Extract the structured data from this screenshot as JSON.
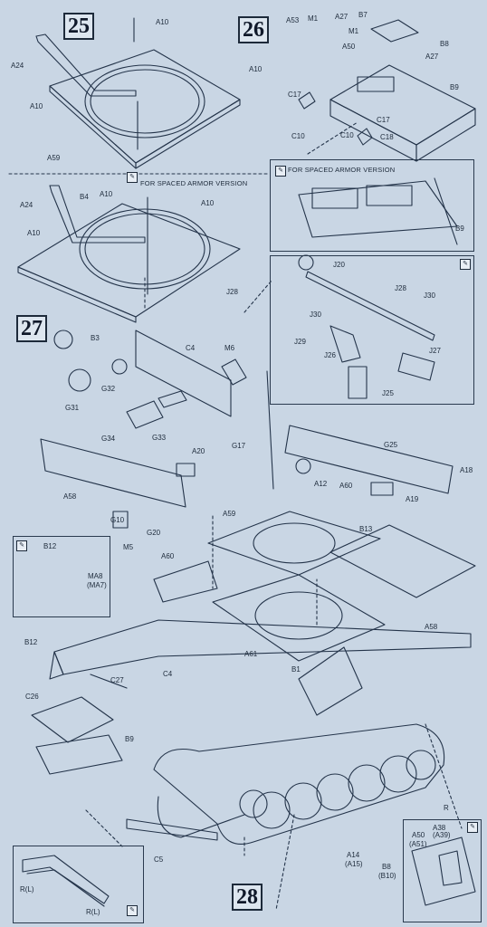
{
  "steps": [
    "25",
    "26",
    "27",
    "28"
  ],
  "notes": {
    "spaced_armor_1": "FOR SPACED ARMOR VERSION",
    "spaced_armor_2": "FOR SPACED ARMOR VERSION"
  },
  "labels": {
    "s25": [
      "A10",
      "A10",
      "A24",
      "A10",
      "A59"
    ],
    "s25b": [
      "A10",
      "A10",
      "A24",
      "B4",
      "A10"
    ],
    "s26": [
      "A53",
      "M1",
      "A27",
      "B7",
      "B8",
      "M1",
      "A50",
      "A27",
      "B9",
      "C17",
      "C17",
      "C10",
      "C10",
      "C18"
    ],
    "s26b": [
      "B9"
    ],
    "s27": [
      "J28",
      "B3",
      "C4",
      "M6",
      "G32",
      "G31",
      "G34",
      "G33"
    ],
    "s27d": [
      "J20",
      "J30",
      "J29",
      "J26",
      "J28",
      "J30",
      "J27",
      "J25"
    ],
    "s27c": [
      "G17",
      "G25",
      "A20",
      "A18",
      "A12",
      "A60",
      "A19",
      "A58",
      "G10",
      "G20",
      "M5"
    ],
    "s28": [
      "A59",
      "B13",
      "A60",
      "B12",
      "MA8",
      "(MA7)",
      "A61",
      "A58",
      "B12",
      "C4",
      "C27",
      "B1",
      "C26",
      "B9",
      "C5",
      "R",
      "A14",
      "(A15)",
      "B8",
      "(B10)",
      "A50",
      "(A51)",
      "A38",
      "(A39)",
      "R(L)",
      "R(L)"
    ]
  }
}
